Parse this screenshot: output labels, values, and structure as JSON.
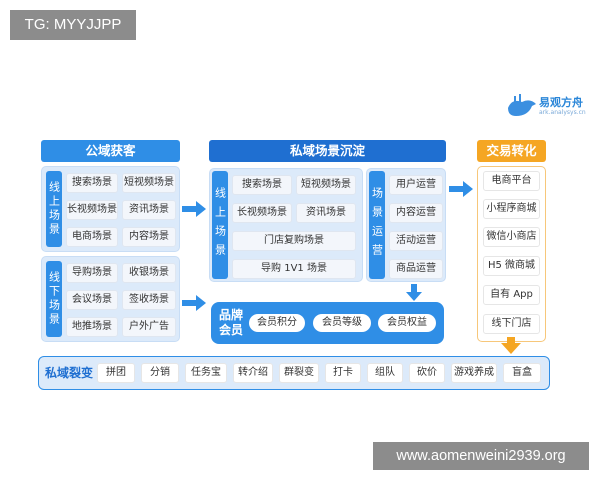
{
  "watermarks": {
    "top_left": "TG: MYYJJPP",
    "bottom_right": "www.aomenweini2939.org"
  },
  "logo": {
    "name": "易观方舟",
    "sub": "ark.analysys.cn"
  },
  "colors": {
    "primary_blue": "#2f8ee6",
    "dark_blue": "#1f6fd1",
    "orange": "#f5a623",
    "light_panel": "#dceafa"
  },
  "public_domain": {
    "header": "公域获客",
    "online_label": "线上场景",
    "online_items": [
      "搜索场景",
      "短视频场景",
      "长视频场景",
      "资讯场景",
      "电商场景",
      "内容场景"
    ],
    "offline_label": "线下场景",
    "offline_items": [
      "导购场景",
      "收银场景",
      "会议场景",
      "签收场景",
      "地推场景",
      "户外广告"
    ]
  },
  "private_domain": {
    "header": "私域场景沉淀",
    "online_label": "线上场景",
    "online_items": [
      "搜索场景",
      "短视频场景",
      "长视频场景",
      "资讯场景",
      "门店复购场景",
      "导购 1V1 场景"
    ],
    "ops_label": "场景运营",
    "ops_items": [
      "用户运营",
      "内容运营",
      "活动运营",
      "商品运营"
    ],
    "member_label": "品牌会员",
    "member_items": [
      "会员积分",
      "会员等级",
      "会员权益"
    ]
  },
  "conversion": {
    "header": "交易转化",
    "items": [
      "电商平台",
      "小程序商城",
      "微信小商店",
      "H5 微商城",
      "自有 App",
      "线下门店"
    ]
  },
  "fission": {
    "label": "私域裂变",
    "items": [
      "拼团",
      "分销",
      "任务宝",
      "转介绍",
      "群裂变",
      "打卡",
      "组队",
      "砍价",
      "游戏养成",
      "盲盒"
    ]
  }
}
